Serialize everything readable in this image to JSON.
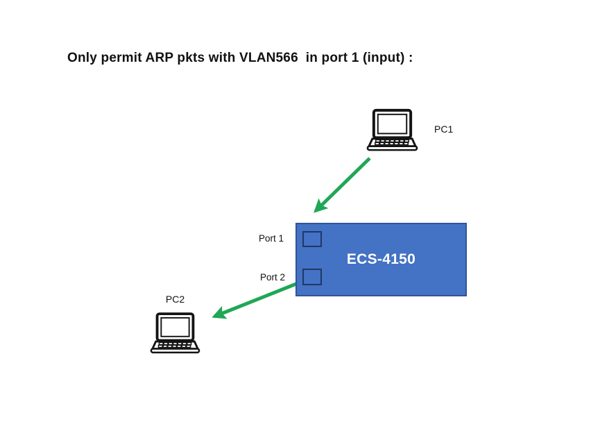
{
  "title": "Only permit ARP pkts with VLAN566  in port 1 (input) :",
  "devices": {
    "pc1": {
      "label": "PC1"
    },
    "pc2": {
      "label": "PC2"
    }
  },
  "switch": {
    "name": "ECS-4150",
    "ports": [
      {
        "label": "Port 1"
      },
      {
        "label": "Port 2"
      }
    ]
  },
  "flows": [
    {
      "from": "PC1",
      "to": "Port 1"
    },
    {
      "from": "Port 2",
      "to": "PC2"
    }
  ],
  "colors": {
    "switch_fill": "#4472C4",
    "switch_border": "#2F5597",
    "port_border": "#1F3864",
    "arrow_green": "#1FA755",
    "text_color": "#111111",
    "switch_text": "#FFFFFF"
  }
}
